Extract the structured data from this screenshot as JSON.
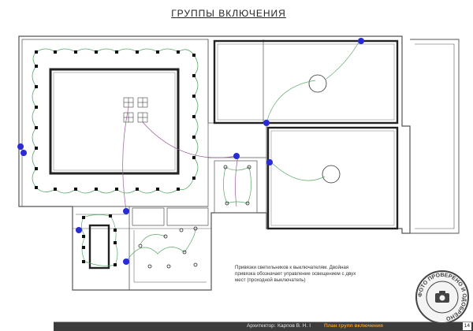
{
  "title": "ГРУППЫ  ВКЛЮЧЕНИЯ",
  "note": "Привязки светильников к выключателям. Двойная привязка обозначает управление освещением с двух мест (проходной выключатель)",
  "footer": {
    "label": "Архитектор:",
    "name": "Карпов  В. Н. I",
    "sheet": "План  групп включения",
    "page": "14"
  },
  "stamp": {
    "text": "ФОТО ПРОВЕРЕНО И ОДОБРЕНО"
  },
  "colors": {
    "switch": "#2a2ad6",
    "wire_green": "#5aa86a",
    "wire_purple": "#9a5a9a",
    "wall": "#555555"
  }
}
